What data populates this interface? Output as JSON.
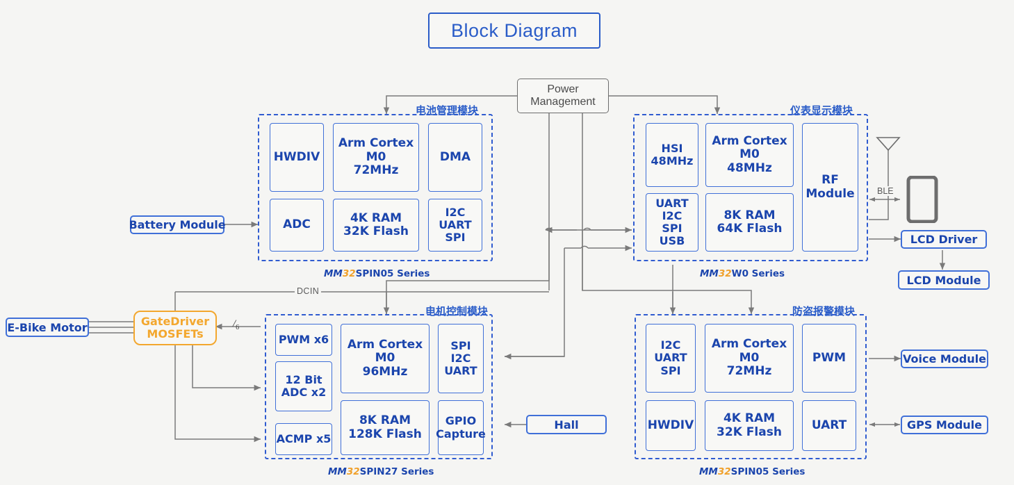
{
  "title": "Block Diagram",
  "power_management": {
    "label": "Power\nManagement",
    "line1": "Power",
    "line2": "Management"
  },
  "modules": [
    {
      "id": "battery-management",
      "label": "电池管理模块",
      "series_prefix": "MM",
      "series_mid": "32",
      "series_suffix": "SPIN05 Series",
      "cells": [
        {
          "name": "hwdiv",
          "text": "HWDIV"
        },
        {
          "name": "arm-cortex-m0-72mhz",
          "text": "Arm Cortex\nM0\n72MHz",
          "lines": [
            "Arm Cortex",
            "M0",
            "72MHz"
          ]
        },
        {
          "name": "dma",
          "text": "DMA"
        },
        {
          "name": "adc",
          "text": "ADC"
        },
        {
          "name": "ram-flash",
          "text": "4K RAM\n32K Flash",
          "lines": [
            "4K RAM",
            "32K Flash"
          ]
        },
        {
          "name": "i2c-uart-spi",
          "text": "I2C\nUART\nSPI",
          "lines": [
            "I2C",
            "UART",
            "SPI"
          ]
        }
      ]
    },
    {
      "id": "instrument-display",
      "label": "仪表显示模块",
      "series_prefix": "MM",
      "series_mid": "32",
      "series_suffix": "W0 Series",
      "cells": [
        {
          "name": "hsi-48mhz",
          "text": "HSI\n48MHz",
          "lines": [
            "HSI",
            "48MHz"
          ]
        },
        {
          "name": "arm-cortex-m0-48mhz",
          "text": "Arm Cortex\nM0\n48MHz",
          "lines": [
            "Arm Cortex",
            "M0",
            "48MHz"
          ]
        },
        {
          "name": "rf-module",
          "text": "RF\nModule",
          "lines": [
            "RF",
            "Module"
          ]
        },
        {
          "name": "uart-i2c-spi-usb",
          "text": "UART\nI2C\nSPI\nUSB",
          "lines": [
            "UART",
            "I2C",
            "SPI",
            "USB"
          ]
        },
        {
          "name": "ram-flash",
          "text": "8K RAM\n64K Flash",
          "lines": [
            "8K RAM",
            "64K Flash"
          ]
        }
      ]
    },
    {
      "id": "motor-control",
      "label": "电机控制模块",
      "series_prefix": "MM",
      "series_mid": "32",
      "series_suffix": "SPIN27 Series",
      "cells": [
        {
          "name": "pwm-x6",
          "text": "PWM x6"
        },
        {
          "name": "adc-12bit-x2",
          "text": "12 Bit\nADC x2",
          "lines": [
            "12 Bit",
            "ADC x2"
          ]
        },
        {
          "name": "acmp-x5",
          "text": "ACMP x5"
        },
        {
          "name": "arm-cortex-m0-96mhz",
          "text": "Arm Cortex\nM0\n96MHz",
          "lines": [
            "Arm Cortex",
            "M0",
            "96MHz"
          ]
        },
        {
          "name": "ram-flash",
          "text": "8K RAM\n128K Flash",
          "lines": [
            "8K RAM",
            "128K Flash"
          ]
        },
        {
          "name": "spi-i2c-uart",
          "text": "SPI\nI2C\nUART",
          "lines": [
            "SPI",
            "I2C",
            "UART"
          ]
        },
        {
          "name": "gpio-capture",
          "text": "GPIO\nCapture",
          "lines": [
            "GPIO",
            "Capture"
          ]
        }
      ]
    },
    {
      "id": "anti-theft-alarm",
      "label": "防盗报警模块",
      "series_prefix": "MM",
      "series_mid": "32",
      "series_suffix": "SPIN05 Series",
      "cells": [
        {
          "name": "i2c-uart-spi",
          "text": "I2C\nUART\nSPI",
          "lines": [
            "I2C",
            "UART",
            "SPI"
          ]
        },
        {
          "name": "arm-cortex-m0-72mhz",
          "text": "Arm Cortex\nM0\n72MHz",
          "lines": [
            "Arm Cortex",
            "M0",
            "72MHz"
          ]
        },
        {
          "name": "pwm",
          "text": "PWM"
        },
        {
          "name": "hwdiv",
          "text": "HWDIV"
        },
        {
          "name": "ram-flash",
          "text": "4K RAM\n32K Flash",
          "lines": [
            "4K RAM",
            "32K Flash"
          ]
        },
        {
          "name": "uart",
          "text": "UART"
        }
      ]
    }
  ],
  "peripherals": {
    "battery_module": "Battery Module",
    "ebike_motor": "E-Bike Motor",
    "gate_driver_line1": "GateDriver",
    "gate_driver_line2": "MOSFETs",
    "hall": "Hall",
    "lcd_driver": "LCD Driver",
    "lcd_module": "LCD Module",
    "voice_module": "Voice Module",
    "gps_module": "GPS Module"
  },
  "wire_labels": {
    "dcin": "DCIN",
    "ble": "BLE",
    "six_phase": "/6"
  },
  "icons": {
    "antenna": "antenna-icon",
    "phone": "smartphone-icon"
  },
  "colors": {
    "accent_blue": "#2a5cc8",
    "cell_blue": "#3f6fd8",
    "text_blue": "#1b45ad",
    "orange": "#f3a72e",
    "grey_wire": "#7a7a7a",
    "background": "#f5f5f3"
  }
}
